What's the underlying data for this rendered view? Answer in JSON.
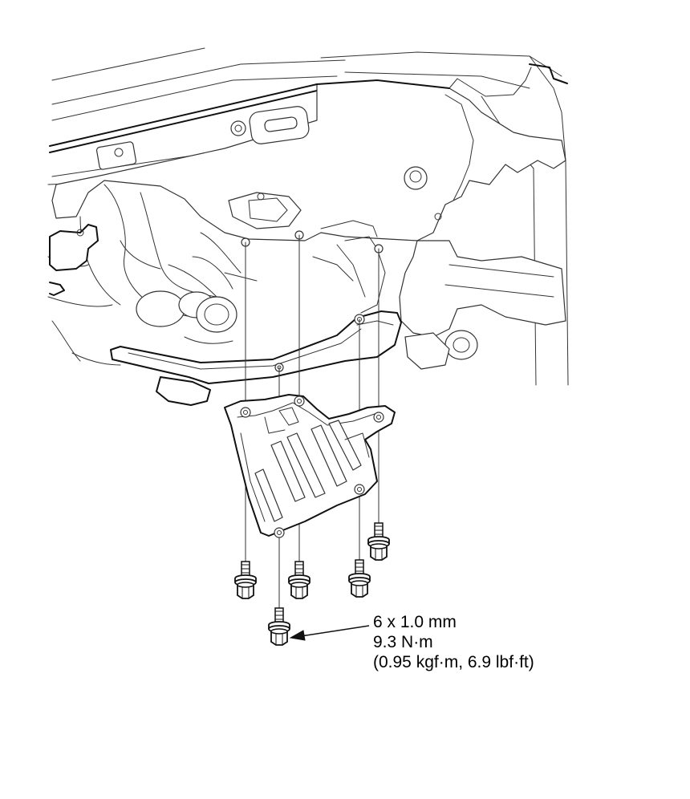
{
  "callout": {
    "bolt_size": "6 x 1.0 mm",
    "torque_nm": "9.3 N·m",
    "torque_alt": "(0.95 kgf·m, 6.9 lbf·ft)"
  },
  "colors": {
    "line": "#111111",
    "background": "#ffffff"
  }
}
